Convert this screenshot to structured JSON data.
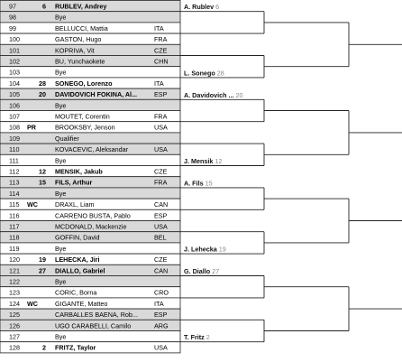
{
  "draw": {
    "entries": [
      {
        "num": "97",
        "tag": "",
        "seed": "6",
        "name": "RUBLEV, Andrey",
        "country": "",
        "bold": true,
        "shaded": true
      },
      {
        "num": "98",
        "tag": "",
        "seed": "",
        "name": "Bye",
        "country": "",
        "bold": false,
        "shaded": true
      },
      {
        "num": "99",
        "tag": "",
        "seed": "",
        "name": "BELLUCCI, Mattia",
        "country": "ITA",
        "bold": false,
        "shaded": false
      },
      {
        "num": "100",
        "tag": "",
        "seed": "",
        "name": "GASTON, Hugo",
        "country": "FRA",
        "bold": false,
        "shaded": false
      },
      {
        "num": "101",
        "tag": "",
        "seed": "",
        "name": "KOPRIVA, Vit",
        "country": "CZE",
        "bold": false,
        "shaded": true
      },
      {
        "num": "102",
        "tag": "",
        "seed": "",
        "name": "BU, Yunchaokete",
        "country": "CHN",
        "bold": false,
        "shaded": true
      },
      {
        "num": "103",
        "tag": "",
        "seed": "",
        "name": "Bye",
        "country": "",
        "bold": false,
        "shaded": false
      },
      {
        "num": "104",
        "tag": "",
        "seed": "28",
        "name": "SONEGO, Lorenzo",
        "country": "ITA",
        "bold": true,
        "shaded": false
      },
      {
        "num": "105",
        "tag": "",
        "seed": "20",
        "name": "DAVIDOVICH FOKINA, Al...",
        "country": "ESP",
        "bold": true,
        "shaded": true
      },
      {
        "num": "106",
        "tag": "",
        "seed": "",
        "name": "Bye",
        "country": "",
        "bold": false,
        "shaded": true
      },
      {
        "num": "107",
        "tag": "",
        "seed": "",
        "name": "MOUTET, Corentin",
        "country": "FRA",
        "bold": false,
        "shaded": false
      },
      {
        "num": "108",
        "tag": "PR",
        "seed": "",
        "name": "BROOKSBY, Jenson",
        "country": "USA",
        "bold": false,
        "shaded": false
      },
      {
        "num": "109",
        "tag": "",
        "seed": "",
        "name": "Qualifier",
        "country": "",
        "bold": false,
        "shaded": true
      },
      {
        "num": "110",
        "tag": "",
        "seed": "",
        "name": "KOVACEVIC, Aleksandar",
        "country": "USA",
        "bold": false,
        "shaded": true
      },
      {
        "num": "111",
        "tag": "",
        "seed": "",
        "name": "Bye",
        "country": "",
        "bold": false,
        "shaded": false
      },
      {
        "num": "112",
        "tag": "",
        "seed": "12",
        "name": "MENSIK, Jakub",
        "country": "CZE",
        "bold": true,
        "shaded": false
      },
      {
        "num": "113",
        "tag": "",
        "seed": "15",
        "name": "FILS, Arthur",
        "country": "FRA",
        "bold": true,
        "shaded": true
      },
      {
        "num": "114",
        "tag": "",
        "seed": "",
        "name": "Bye",
        "country": "",
        "bold": false,
        "shaded": true
      },
      {
        "num": "115",
        "tag": "WC",
        "seed": "",
        "name": "DRAXL, Liam",
        "country": "CAN",
        "bold": false,
        "shaded": false
      },
      {
        "num": "116",
        "tag": "",
        "seed": "",
        "name": "CARRENO BUSTA, Pablo",
        "country": "ESP",
        "bold": false,
        "shaded": false
      },
      {
        "num": "117",
        "tag": "",
        "seed": "",
        "name": "MCDONALD, Mackenzie",
        "country": "USA",
        "bold": false,
        "shaded": true
      },
      {
        "num": "118",
        "tag": "",
        "seed": "",
        "name": "GOFFIN, David",
        "country": "BEL",
        "bold": false,
        "shaded": true
      },
      {
        "num": "119",
        "tag": "",
        "seed": "",
        "name": "Bye",
        "country": "",
        "bold": false,
        "shaded": false
      },
      {
        "num": "120",
        "tag": "",
        "seed": "19",
        "name": "LEHECKA, Jiri",
        "country": "CZE",
        "bold": true,
        "shaded": false
      },
      {
        "num": "121",
        "tag": "",
        "seed": "27",
        "name": "DIALLO, Gabriel",
        "country": "CAN",
        "bold": true,
        "shaded": true
      },
      {
        "num": "122",
        "tag": "",
        "seed": "",
        "name": "Bye",
        "country": "",
        "bold": false,
        "shaded": true
      },
      {
        "num": "123",
        "tag": "",
        "seed": "",
        "name": "CORIC, Borna",
        "country": "CRO",
        "bold": false,
        "shaded": false
      },
      {
        "num": "124",
        "tag": "WC",
        "seed": "",
        "name": "GIGANTE, Matteo",
        "country": "ITA",
        "bold": false,
        "shaded": false
      },
      {
        "num": "125",
        "tag": "",
        "seed": "",
        "name": "CARBALLES BAENA, Rob...",
        "country": "ESP",
        "bold": false,
        "shaded": true
      },
      {
        "num": "126",
        "tag": "",
        "seed": "",
        "name": "UGO CARABELLI, Camilo",
        "country": "ARG",
        "bold": false,
        "shaded": true
      },
      {
        "num": "127",
        "tag": "",
        "seed": "",
        "name": "Bye",
        "country": "",
        "bold": false,
        "shaded": false
      },
      {
        "num": "128",
        "tag": "",
        "seed": "2",
        "name": "FRITZ, Taylor",
        "country": "USA",
        "bold": true,
        "shaded": false
      }
    ],
    "round2_winners": [
      {
        "pair": 0,
        "name": "A. Rublev",
        "seed": "6"
      },
      {
        "pair": 3,
        "name": "L. Sonego",
        "seed": "28"
      },
      {
        "pair": 4,
        "name": "A. Davidovich ...",
        "seed": "20"
      },
      {
        "pair": 7,
        "name": "J. Mensik",
        "seed": "12"
      },
      {
        "pair": 8,
        "name": "A. Fils",
        "seed": "15"
      },
      {
        "pair": 11,
        "name": "J. Lehecka",
        "seed": "19"
      },
      {
        "pair": 12,
        "name": "G. Diallo",
        "seed": "27"
      },
      {
        "pair": 15,
        "name": "T. Fritz",
        "seed": "2"
      }
    ]
  },
  "colors": {
    "shaded_row": "#d9d9d9",
    "white_row": "#ffffff",
    "line": "#222222",
    "seed_gray": "#888888"
  }
}
